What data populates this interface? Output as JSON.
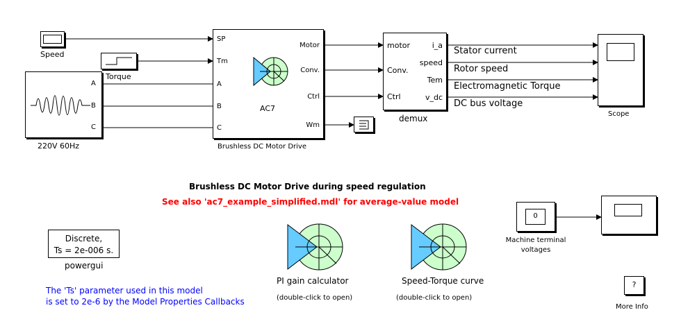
{
  "blocks": {
    "speed": {
      "label": "Speed"
    },
    "torque": {
      "label": "Torque"
    },
    "source": {
      "label": "220V 60Hz",
      "ports": [
        "A",
        "B",
        "C"
      ]
    },
    "drive": {
      "label": "Brushless DC Motor Drive",
      "center_text": "AC7",
      "inputs": [
        "SP",
        "Tm",
        "A",
        "B",
        "C"
      ],
      "outputs": [
        "Motor",
        "Conv.",
        "Ctrl",
        "Wm"
      ]
    },
    "demux": {
      "label": "demux",
      "inputs": [
        "motor",
        "Conv.",
        "Ctrl"
      ],
      "outputs": [
        "i_a",
        "speed",
        "Tem",
        "v_dc"
      ]
    },
    "scope": {
      "label": "Scope"
    },
    "powergui": {
      "line1": "Discrete,",
      "line2": "Ts = 2e-006 s.",
      "label": "powergui"
    },
    "pi_calc": {
      "label": "PI gain calculator",
      "sub": "(double-click to open)"
    },
    "speed_torque": {
      "label": "Speed-Torque curve",
      "sub": "(double-click to open)"
    },
    "machine_display": {
      "value": "0",
      "label_line1": "Machine terminal",
      "label_line2": "voltages"
    },
    "more_info": {
      "symbol": "?",
      "label": "More Info"
    }
  },
  "signals": {
    "stator_current": "Stator current",
    "rotor_speed": "Rotor speed",
    "em_torque": "Electromagnetic Torque",
    "dc_bus": "DC bus voltage"
  },
  "title": "Brushless DC Motor Drive during speed regulation",
  "see_also": "See also 'ac7_example_simplified.mdl' for average-value model",
  "note_line1": "The 'Ts' parameter used in this model",
  "note_line2": "is set to 2e-6  by the Model Properties Callbacks",
  "colors": {
    "title": "#000000",
    "see_also": "#ff0000",
    "note": "#0000ff",
    "motor_blue": "#66ccff",
    "motor_green": "#ccffcc"
  }
}
